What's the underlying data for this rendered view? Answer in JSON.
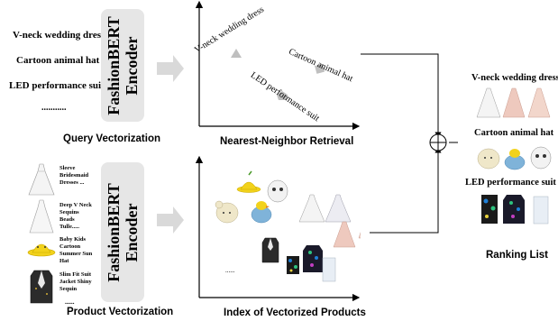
{
  "query_panel": {
    "items": [
      "V-neck wedding dress",
      "Cartoon animal hat",
      "LED performance suit",
      "..........."
    ],
    "caption": "Query Vectorization"
  },
  "product_panel": {
    "items": [
      "Sleeve\nBridesmaid\nDresses ...",
      "Deep V Neck\nSequins\nBeads\nTulle.....",
      "Baby Kids\nCartoon\nSummer Sun\nHat",
      "Slim Fit Suit\nJacket Shiny\nSequin"
    ],
    "ellipsis": "......",
    "caption": "Product Vectorization"
  },
  "encoder": {
    "label": "FashionBERT\nEncoder"
  },
  "retrieval_plot": {
    "labels": [
      "V-neck wedding dress",
      "Cartoon animal hat",
      "LED performance suit"
    ],
    "caption": "Nearest-Neighbor Retrieval"
  },
  "index_plot": {
    "ellipsis": "......",
    "caption": "Index of Vectorized Products"
  },
  "ranking": {
    "labels": [
      "V-neck wedding dress",
      "Cartoon animal hat",
      "LED performance suit"
    ],
    "caption": "Ranking List"
  },
  "colors": {
    "encoder_bg": "#e6e6e6",
    "arrow_gray": "#d9d9d9",
    "marker_gray": "#bfbfbf",
    "hat_yellow": "#f2d21b",
    "duck_blue": "#7fb3d9",
    "suit_dark": "#2b2b2b",
    "led_blue": "#1f7fd6",
    "gown_white": "#f4f4f4",
    "dress_pink": "#eec9be"
  },
  "icons": [
    "wedding-gown-icon",
    "sun-hat-icon",
    "sequin-suit-icon",
    "plush-bear-hat-icon",
    "duck-hat-icon",
    "led-suit-icon",
    "pink-dress-icon",
    "direct-sum-icon"
  ]
}
